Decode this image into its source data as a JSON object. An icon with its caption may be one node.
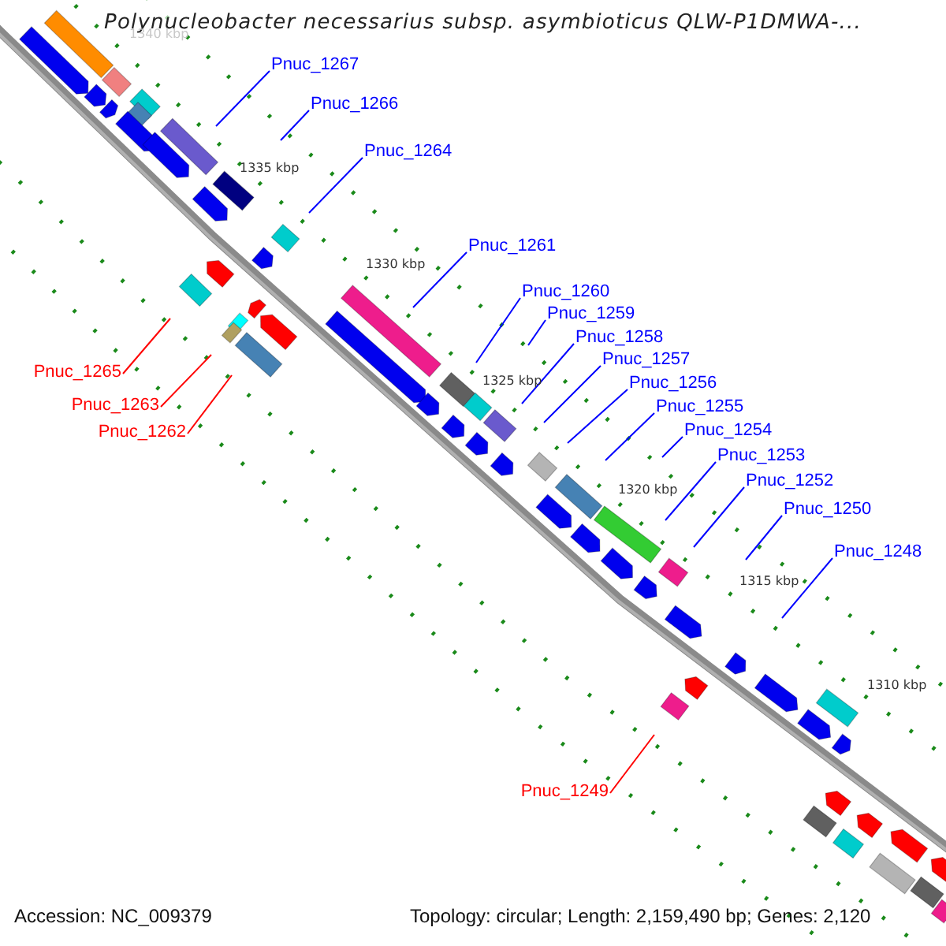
{
  "diagram": {
    "title": "Polynucleobacter necessarius subsp. asymbioticus QLW-P1DMWA-...",
    "nodes": [
      {
        "text": [
          "Pnuc_1267"
        ]
      },
      {
        "text": [
          "Pnuc_1266"
        ]
      },
      {
        "text": [
          "Pnuc_1264"
        ]
      },
      {
        "text": [
          "Pnuc_1261"
        ]
      },
      {
        "text": [
          "Pnuc_1260"
        ]
      },
      {
        "text": [
          "Pnuc_1259"
        ]
      },
      {
        "text": [
          "Pnuc_1258"
        ]
      },
      {
        "text": [
          "Pnuc_1257"
        ]
      },
      {
        "text": [
          "Pnuc_1256"
        ]
      },
      {
        "text": [
          "Pnuc_1255"
        ]
      },
      {
        "text": [
          "Pnuc_1254"
        ]
      },
      {
        "text": [
          "Pnuc_1253"
        ]
      },
      {
        "text": [
          "Pnuc_1252"
        ]
      },
      {
        "text": [
          "Pnuc_1250"
        ]
      },
      {
        "text": [
          "Pnuc_1248"
        ]
      },
      {
        "text": [
          "Pnuc_1265"
        ]
      },
      {
        "text": [
          "Pnuc_1263"
        ]
      },
      {
        "text": [
          "Pnuc_1262"
        ]
      },
      {
        "text": [
          "Pnuc_1249"
        ]
      }
    ],
    "edges": [
      {
        "from": 0,
        "to": null,
        "arrow": "none"
      },
      {
        "from": 1,
        "to": null,
        "arrow": "none"
      },
      {
        "from": 2,
        "to": null,
        "arrow": "none"
      },
      {
        "from": 3,
        "to": null,
        "arrow": "none"
      },
      {
        "from": 4,
        "to": null,
        "arrow": "none"
      },
      {
        "from": 5,
        "to": null,
        "arrow": "none"
      },
      {
        "from": 6,
        "to": null,
        "arrow": "none"
      },
      {
        "from": 7,
        "to": null,
        "arrow": "none"
      },
      {
        "from": 8,
        "to": null,
        "arrow": "none"
      },
      {
        "from": 9,
        "to": null,
        "arrow": "none"
      },
      {
        "from": 10,
        "to": null,
        "arrow": "none"
      },
      {
        "from": 11,
        "to": null,
        "arrow": "none"
      },
      {
        "from": 12,
        "to": null,
        "arrow": "none"
      },
      {
        "from": 13,
        "to": null,
        "arrow": "none"
      },
      {
        "from": 14,
        "to": null,
        "arrow": "none"
      },
      {
        "from": 15,
        "to": null,
        "arrow": "none",
        "color": "#ff0000"
      },
      {
        "from": 16,
        "to": null,
        "arrow": "none",
        "color": "#ff0000"
      },
      {
        "from": 17,
        "to": null,
        "arrow": "none",
        "color": "#ff0000"
      },
      {
        "from": 18,
        "to": null,
        "arrow": "none",
        "color": "#ff0000"
      }
    ],
    "labels": [
      "1340 kbp",
      "1335 kbp",
      "1330 kbp",
      "1325 kbp",
      "1320 kbp",
      "1315 kbp",
      "1310 kbp",
      "Accession: NC_009379",
      "Topology: circular; Length: 2,159,490 bp; Genes: 2,120"
    ]
  }
}
